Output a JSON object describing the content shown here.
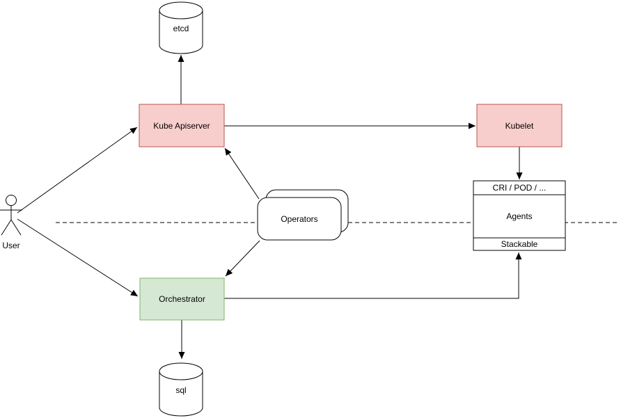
{
  "diagram": {
    "colors": {
      "red_fill": "#f8cecc",
      "red_stroke": "#b85450",
      "green_fill": "#d5e8d4",
      "green_stroke": "#82b366",
      "shape_fill": "#ffffff",
      "line": "#000000",
      "text": "#000000",
      "background": "#ffffff"
    },
    "actor": {
      "label": "User"
    },
    "nodes": {
      "etcd": {
        "label": "etcd",
        "shape": "cylinder"
      },
      "kube_apiserver": {
        "label": "Kube Apiserver",
        "shape": "rect-red"
      },
      "kubelet": {
        "label": "Kubelet",
        "shape": "rect-red"
      },
      "operators": {
        "label": "Operators",
        "shape": "stacked-rounded-rect"
      },
      "orchestrator": {
        "label": "Orchestrator",
        "shape": "rect-green"
      },
      "sql": {
        "label": "sql",
        "shape": "cylinder"
      },
      "agents_stack": {
        "top": "CRI / POD / ...",
        "middle": "Agents",
        "bottom": "Stackable",
        "shape": "partitioned-rect"
      }
    },
    "edges": [
      {
        "from": "User",
        "to": "Kube Apiserver",
        "directed": true
      },
      {
        "from": "User",
        "to": "Orchestrator",
        "directed": true
      },
      {
        "from": "Kube Apiserver",
        "to": "etcd",
        "directed": true
      },
      {
        "from": "Kube Apiserver",
        "to": "Kubelet",
        "directed": true
      },
      {
        "from": "Kubelet",
        "to": "CRI / POD / ...",
        "directed": true
      },
      {
        "from": "Operators",
        "to": "Kube Apiserver",
        "directed": true
      },
      {
        "from": "Operators",
        "to": "Orchestrator",
        "directed": true
      },
      {
        "from": "Orchestrator",
        "to": "Stackable",
        "directed": true
      },
      {
        "from": "Orchestrator",
        "to": "sql",
        "directed": true
      }
    ],
    "separator": {
      "style": "dashed-horizontal"
    }
  }
}
